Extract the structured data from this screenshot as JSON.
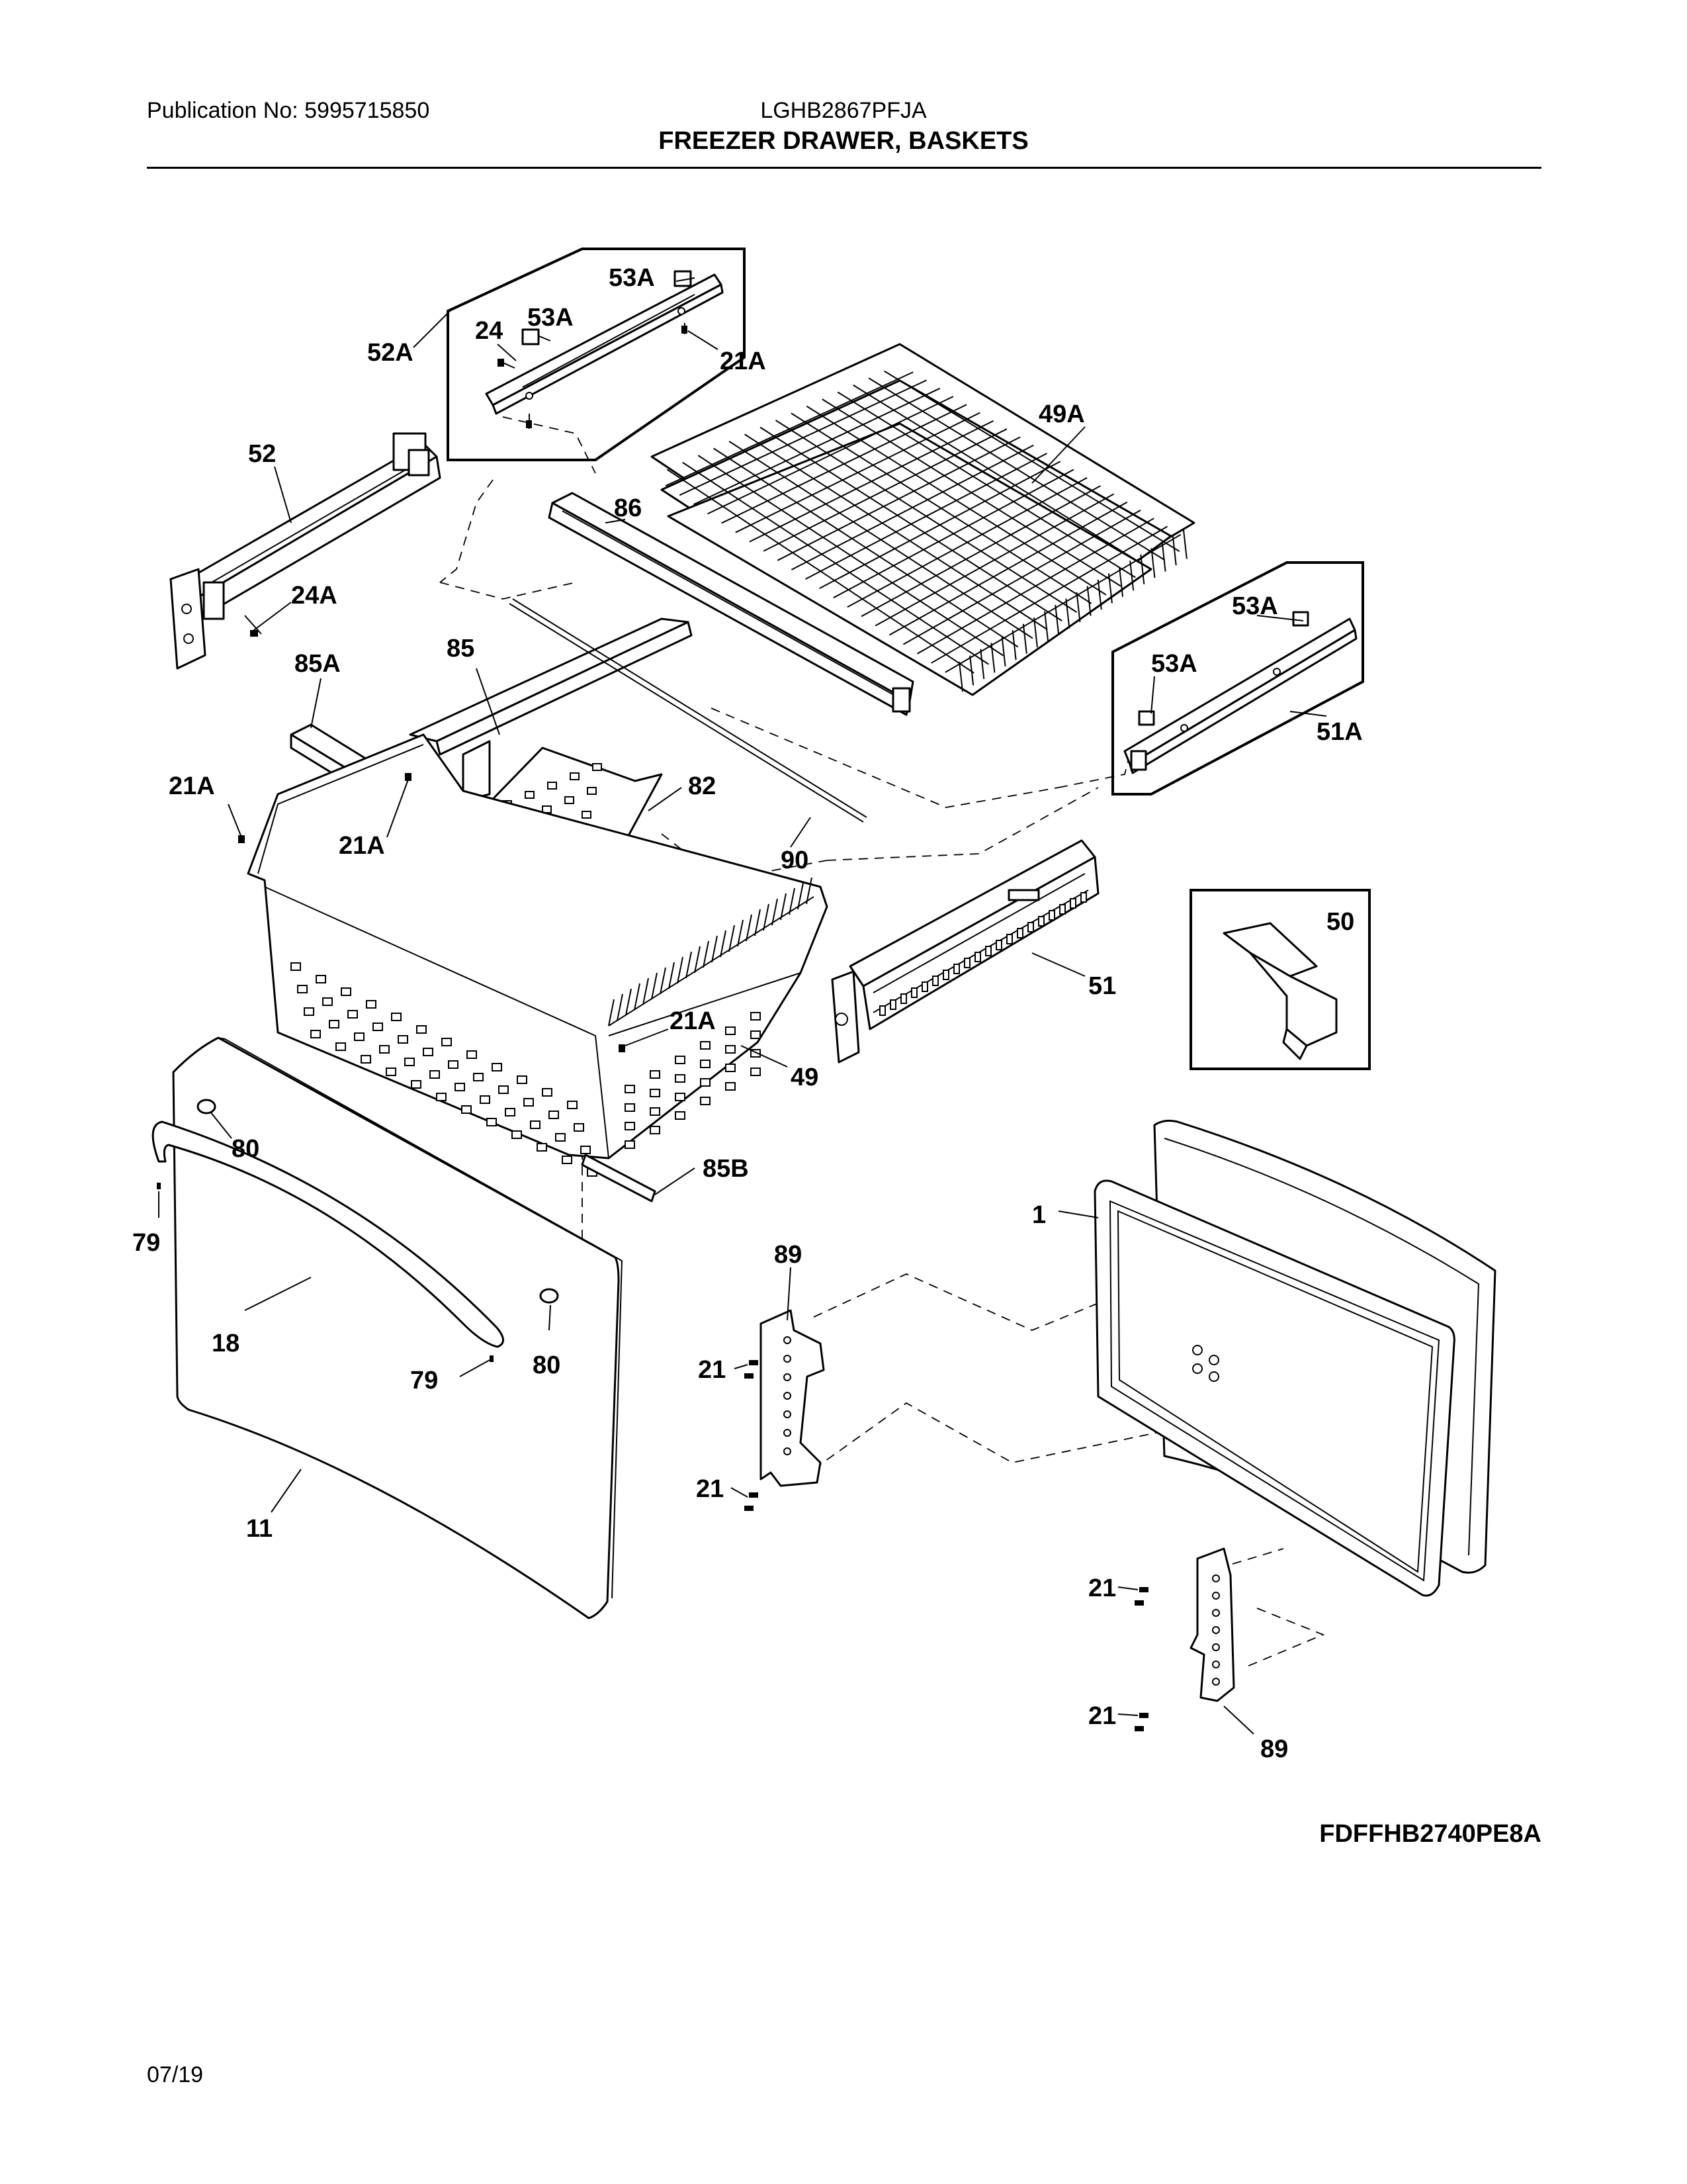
{
  "header": {
    "publication": "Publication No: 5995715850",
    "model": "LGHB2867PFJA",
    "title": "FREEZER DRAWER, BASKETS"
  },
  "footer": {
    "diagram_code": "FDFFHB2740PE8A",
    "date": "07/19"
  },
  "callouts": {
    "c53A_top": "53A",
    "c53A_mid": "53A",
    "c24": "24",
    "c52A": "52A",
    "c21A_top": "21A",
    "c49A": "49A",
    "c52": "52",
    "c86": "86",
    "c53A_r1": "53A",
    "c53A_r2": "53A",
    "c51A": "51A",
    "c24A": "24A",
    "c85": "85",
    "c85A": "85A",
    "c21A_left": "21A",
    "c82": "82",
    "c21A_inner": "21A",
    "c90": "90",
    "c50": "50",
    "c51": "51",
    "c21A_bottom": "21A",
    "c49": "49",
    "c80_top": "80",
    "c85B": "85B",
    "c79_left": "79",
    "c1": "1",
    "c89_top": "89",
    "c18": "18",
    "c21_a": "21",
    "c79_bottom": "79",
    "c80_bottom": "80",
    "c21_b": "21",
    "c11": "11",
    "c21_c": "21",
    "c21_d": "21",
    "c89_bottom": "89"
  }
}
